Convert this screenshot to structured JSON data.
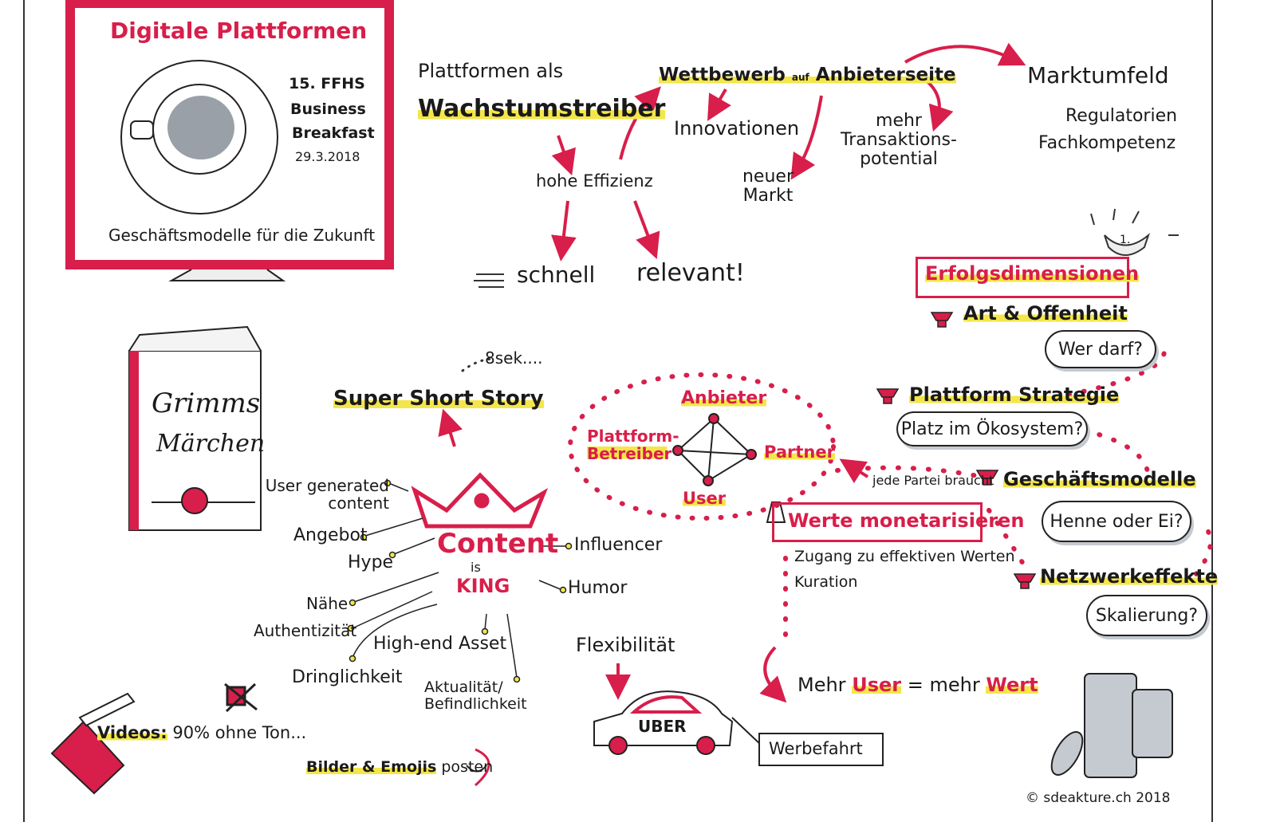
{
  "monitor": {
    "title": "Digitale Plattformen",
    "event_number": "15. FFHS",
    "event_line1": "Business",
    "event_line2": "Breakfast",
    "date": "29.3.2018",
    "subtitle": "Geschäftsmodelle für die Zukunft"
  },
  "growth": {
    "intro": "Plattformen als",
    "headline": "Wachstumstreiber",
    "efficiency": "hohe Effizienz",
    "fast": "schnell",
    "relevant": "relevant!"
  },
  "competition": {
    "headline_a": "Wettbewerb",
    "headline_auf": "auf",
    "headline_b": "Anbieterseite",
    "innovation": "Innovationen",
    "new_market": "neuer Markt",
    "transactions": "mehr Transaktions-potential",
    "market": "Marktumfeld",
    "regulation": "Regulatorien",
    "competence": "Fachkompetenz"
  },
  "success": {
    "title": "Erfolgsdimensionen",
    "trophy_number": "1.",
    "items": [
      {
        "label": "Art & Offenheit",
        "question": "Wer darf?"
      },
      {
        "label": "Plattform Strategie",
        "question": "Platz im Ökosystem?"
      },
      {
        "label": "Geschäftsmodelle",
        "question": "Henne oder Ei?"
      },
      {
        "label": "Netzwerkeffekte",
        "question": "Skalierung?"
      }
    ]
  },
  "network": {
    "top": "Anbieter",
    "left": "Plattform-Betreiber",
    "right": "Partner",
    "bottom": "User",
    "note": "jede Partei braucht"
  },
  "values": {
    "title": "Werte monetarisieren",
    "bullets": [
      "Zugang zu effektiven Werten",
      "Kuration"
    ],
    "equation_a": "Mehr",
    "equation_user": "User",
    "equation_b": "= mehr",
    "equation_value": "Wert"
  },
  "story": {
    "book_line1": "Grimms",
    "book_line2": "Märchen",
    "timing": "8sek....",
    "headline": "Super Short Story"
  },
  "content": {
    "title": "Content",
    "is": "is",
    "king": "KING",
    "left_items": [
      "User generated content",
      "Angebot",
      "Hype",
      "Nähe",
      "Authentizität",
      "Dringlichkeit"
    ],
    "bottom_items": [
      "High-end Asset",
      "Aktualität/ Befindlichkeit"
    ],
    "right_items": [
      "Influencer",
      "Humor"
    ]
  },
  "media": {
    "videos_label": "Videos:",
    "videos_text": "90% ohne Ton...",
    "images_label": "Bilder & Emojis",
    "images_text": "posten"
  },
  "uber": {
    "flex": "Flexibilität",
    "car_label": "UBER",
    "ad": "Werbefahrt"
  },
  "copyright": "© sdeakture.ch 2018",
  "colors": {
    "accent": "#d81e4a",
    "highlight": "#f4e64a",
    "ink": "#1a1a1a",
    "shadow": "#c5cad0"
  }
}
